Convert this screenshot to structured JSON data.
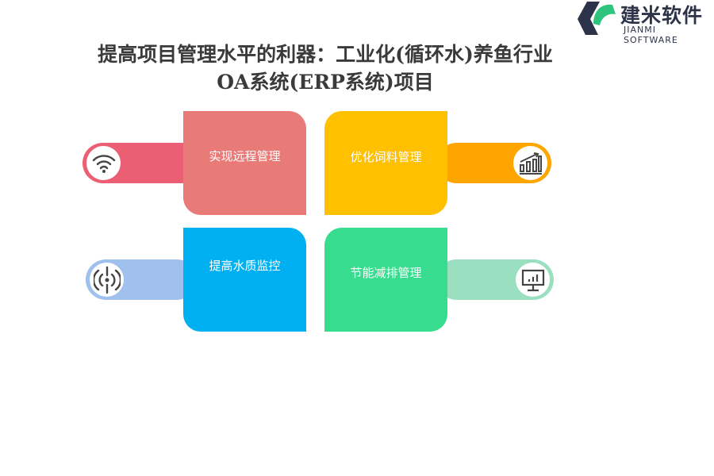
{
  "title_line1": "提高项目管理水平的利器：工业化(循环水)养鱼行业",
  "title_line2": "OA系统(ERP系统)项目",
  "logo": {
    "cn": "建米软件",
    "en": "JIANMI SOFTWARE"
  },
  "items": [
    {
      "label": "实现远程管理",
      "icon": "wifi-icon",
      "card_color": "#e87b78",
      "pill_color": "#ec5e73"
    },
    {
      "label": "优化饲料管理",
      "icon": "bar-chart-growth-icon",
      "card_color": "#ffc000",
      "pill_color": "#ffa500"
    },
    {
      "label": "提高水质监控",
      "icon": "signal-broadcast-icon",
      "card_color": "#00b0f0",
      "pill_color": "#a0c0ee"
    },
    {
      "label": "节能减排管理",
      "icon": "monitor-chart-icon",
      "card_color": "#38dc8e",
      "pill_color": "#9ae0c0"
    }
  ]
}
